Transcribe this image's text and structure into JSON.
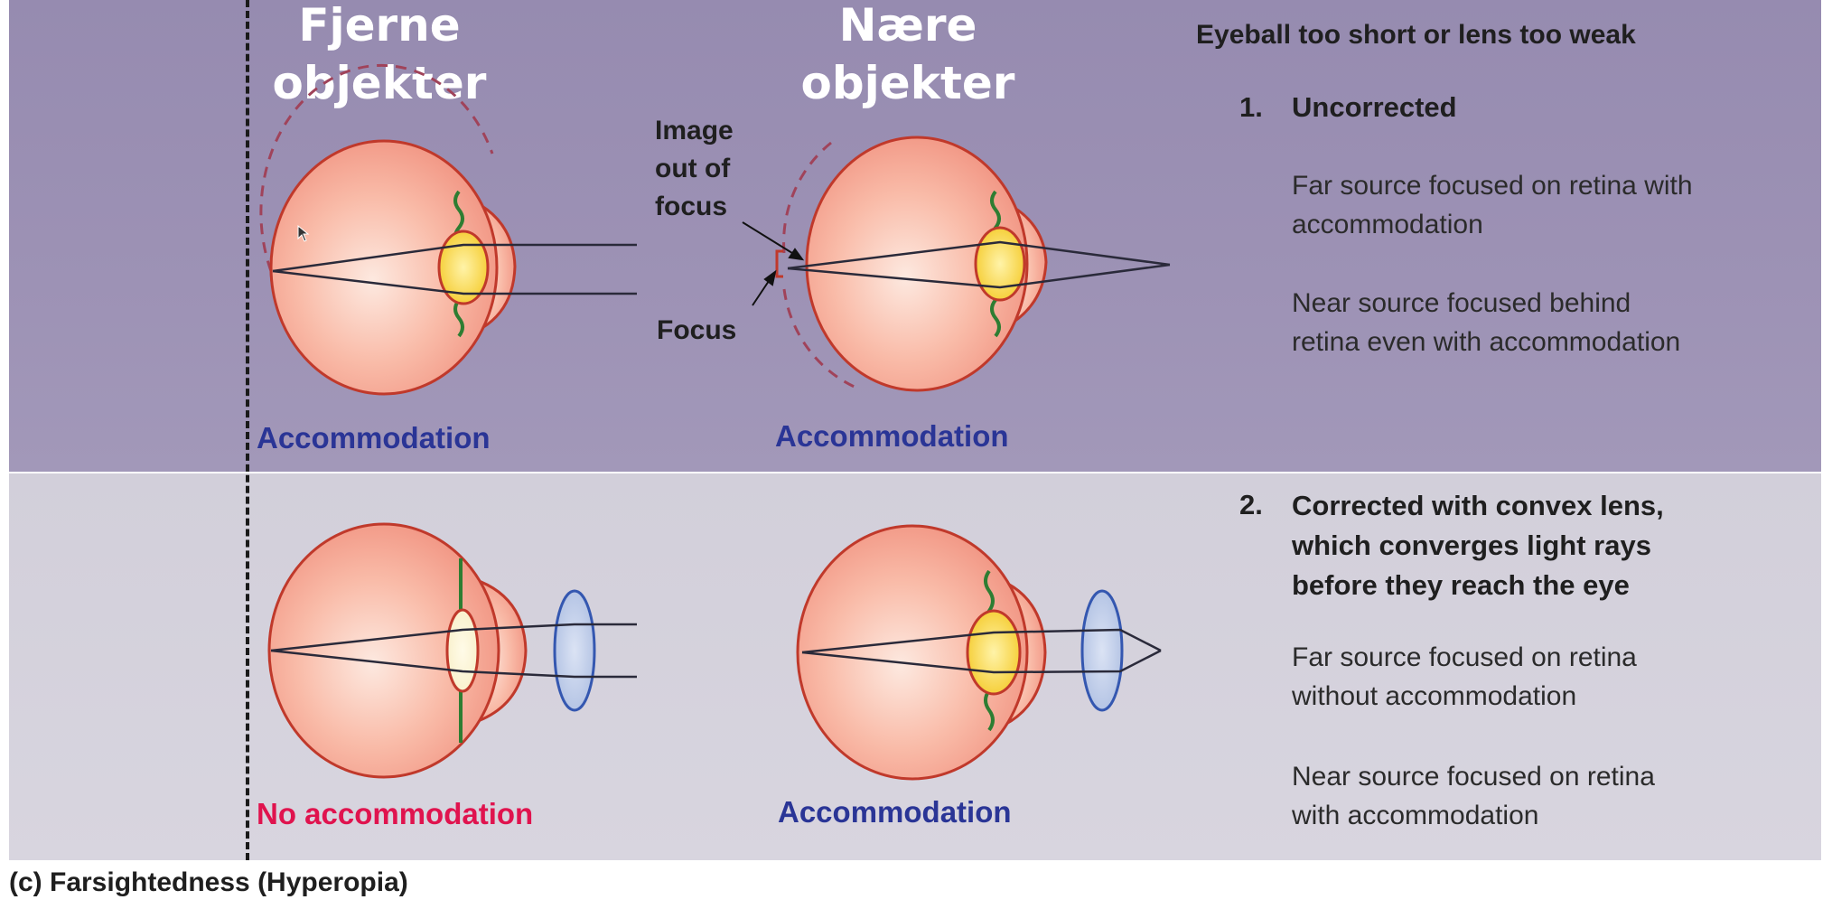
{
  "colors": {
    "top_panel": "#9a8fb3",
    "bottom_panel": "#d5d2dd",
    "accommodation_label": "#2a3596",
    "no_accommodation_label": "#e0134e",
    "eyeball_fill": "#f6a99a",
    "lens_fill": "#f8d23a",
    "corrective_lens_fill": "#b9c8e8"
  },
  "headings": {
    "far_objects_line1": "Fjerne",
    "far_objects_line2": "objekter",
    "near_objects_line1": "Nære",
    "near_objects_line2": "objekter"
  },
  "annotations": {
    "image_out_of_focus": [
      "Image",
      "out of",
      "focus"
    ],
    "focus": "Focus"
  },
  "eye_labels": {
    "top_far": "Accommodation",
    "top_near": "Accommodation",
    "bottom_far": "No accommodation",
    "bottom_near": "Accommodation"
  },
  "sidebar": {
    "title": "Eyeball too short or lens too weak",
    "section1": {
      "number": "1.",
      "title": "Uncorrected",
      "para1": [
        "Far source focused on retina with",
        "accommodation"
      ],
      "para2": [
        "Near source focused behind",
        "retina even with accommodation"
      ]
    },
    "section2": {
      "number": "2.",
      "title": [
        "Corrected with convex lens,",
        "which converges light rays",
        "before they reach the eye"
      ],
      "para1": [
        "Far source focused on retina",
        "without accommodation"
      ],
      "para2": [
        "Near source focused on retina",
        "with accommodation"
      ]
    }
  },
  "caption": "(c)  Farsightedness (Hyperopia)"
}
